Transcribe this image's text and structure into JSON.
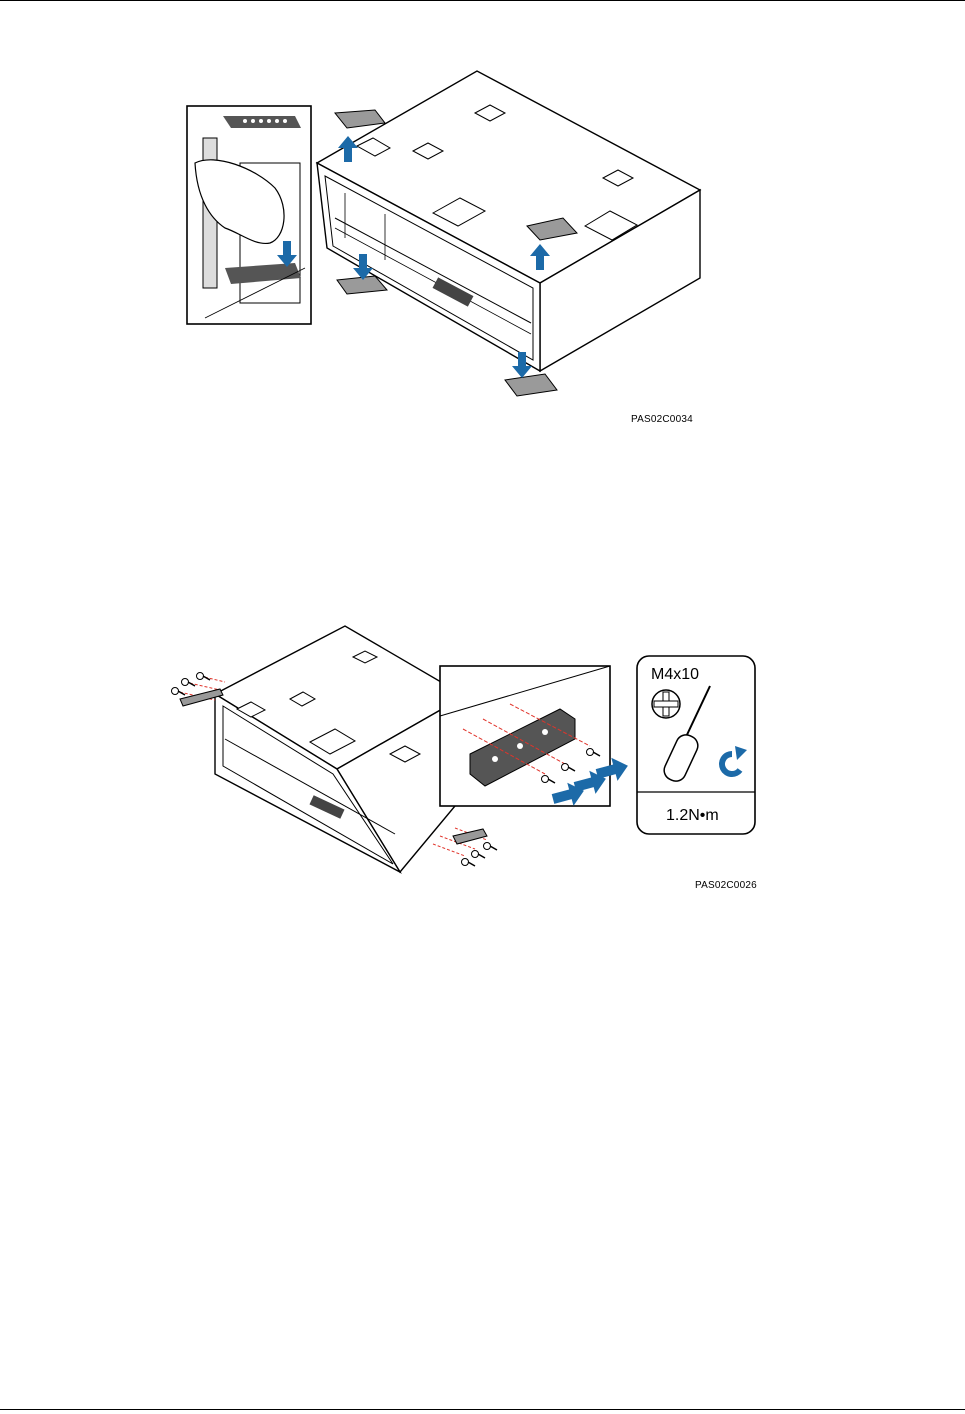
{
  "figure1": {
    "id_label": "PAS02C0034",
    "icons": [
      "hand-icon",
      "up-arrow-icon",
      "down-arrow-icon"
    ]
  },
  "figure2": {
    "id_label": "PAS02C0026",
    "screw_spec": "M4x10",
    "torque": "1.2N•m",
    "icons": [
      "phillips-head-icon",
      "screwdriver-icon",
      "clockwise-rotation-icon",
      "push-arrow-icon"
    ]
  },
  "colors": {
    "arrow": "#1c6aa8",
    "line": "#000000",
    "panel": "#c9c9c9",
    "dash": "#e0342b"
  }
}
